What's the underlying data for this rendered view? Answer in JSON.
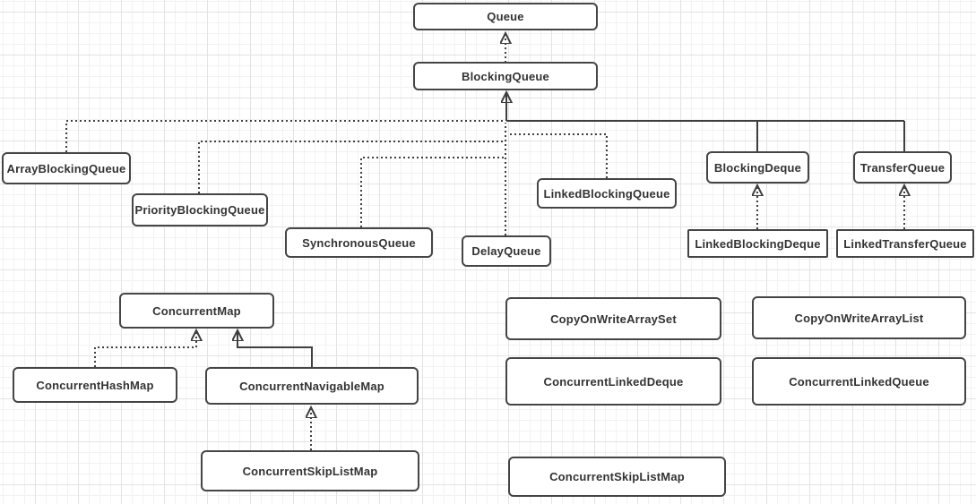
{
  "nodes": {
    "queue": {
      "label": "Queue"
    },
    "blocking_queue": {
      "label": "BlockingQueue"
    },
    "array_blocking_queue": {
      "label": "ArrayBlockingQueue"
    },
    "priority_blocking_queue": {
      "label": "PriorityBlockingQueue"
    },
    "synchronous_queue": {
      "label": "SynchronousQueue"
    },
    "delay_queue": {
      "label": "DelayQueue"
    },
    "linked_blocking_queue": {
      "label": "LinkedBlockingQueue"
    },
    "blocking_deque": {
      "label": "BlockingDeque"
    },
    "transfer_queue": {
      "label": "TransferQueue"
    },
    "linked_blocking_deque": {
      "label": "LinkedBlockingDeque"
    },
    "linked_transfer_queue": {
      "label": "LinkedTransferQueue"
    },
    "concurrent_map": {
      "label": "ConcurrentMap"
    },
    "concurrent_hash_map": {
      "label": "ConcurrentHashMap"
    },
    "concurrent_navigable_map": {
      "label": "ConcurrentNavigableMap"
    },
    "concurrent_skip_list_map_left": {
      "label": "ConcurrentSkipListMap"
    },
    "copy_on_write_array_set": {
      "label": "CopyOnWriteArraySet"
    },
    "copy_on_write_array_list": {
      "label": "CopyOnWriteArrayList"
    },
    "concurrent_linked_deque": {
      "label": "ConcurrentLinkedDeque"
    },
    "concurrent_linked_queue": {
      "label": "ConcurrentLinkedQueue"
    },
    "concurrent_skip_list_map_bottom": {
      "label": "ConcurrentSkipListMap"
    }
  },
  "edges": [
    {
      "from": "blocking_queue",
      "to": "queue",
      "line": "dotted",
      "arrow": true
    },
    {
      "from": "array_blocking_queue",
      "to": "blocking_queue",
      "line": "dotted",
      "arrow": true
    },
    {
      "from": "priority_blocking_queue",
      "to": "blocking_queue",
      "line": "dotted",
      "arrow": true
    },
    {
      "from": "synchronous_queue",
      "to": "blocking_queue",
      "line": "dotted",
      "arrow": true
    },
    {
      "from": "delay_queue",
      "to": "blocking_queue",
      "line": "dotted",
      "arrow": true
    },
    {
      "from": "linked_blocking_queue",
      "to": "blocking_queue",
      "line": "dotted",
      "arrow": true
    },
    {
      "from": "blocking_deque",
      "to": "blocking_queue",
      "line": "solid",
      "arrow": true
    },
    {
      "from": "transfer_queue",
      "to": "blocking_queue",
      "line": "solid",
      "arrow": true
    },
    {
      "from": "linked_blocking_deque",
      "to": "blocking_deque",
      "line": "dotted",
      "arrow": true
    },
    {
      "from": "linked_transfer_queue",
      "to": "transfer_queue",
      "line": "dotted",
      "arrow": true
    },
    {
      "from": "concurrent_hash_map",
      "to": "concurrent_map",
      "line": "dotted",
      "arrow": true
    },
    {
      "from": "concurrent_navigable_map",
      "to": "concurrent_map",
      "line": "solid",
      "arrow": true
    },
    {
      "from": "concurrent_skip_list_map_left",
      "to": "concurrent_navigable_map",
      "line": "dotted",
      "arrow": true
    }
  ],
  "colors": {
    "background": "#ffffff",
    "grid_minor": "#f2f2f2",
    "grid_major": "#e3e3e3",
    "box_border": "#454545",
    "box_fill": "#ffffff",
    "edge": "#3f3f3f",
    "text": "#333333"
  }
}
